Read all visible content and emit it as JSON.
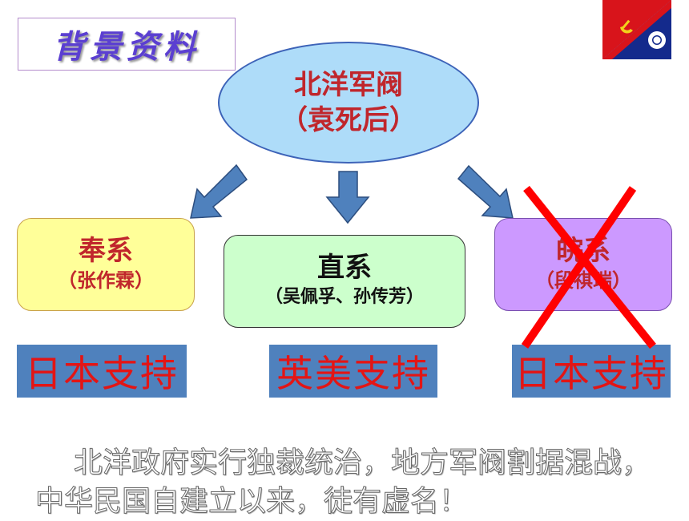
{
  "title": "背景资料",
  "top_node": {
    "line1": "北洋军阀",
    "line2": "（袁死后）"
  },
  "factions": [
    {
      "name": "奉系",
      "leader": "（张作霖）"
    },
    {
      "name": "直系",
      "leader": "（吴佩孚、孙传芳）"
    },
    {
      "name": "皖系",
      "leader": "（段祺瑞）"
    }
  ],
  "support": [
    "日本支持",
    "英美支持",
    "日本支持"
  ],
  "summary": {
    "line1": "北洋政府实行独裁统治，地方军阀割据混战，",
    "line2": "中华民国自建立以来，徒有虚名！"
  },
  "colors": {
    "ellipse_fill": "#aedcf9",
    "feng_fill": "#ffff99",
    "zhi_fill": "#ccffcc",
    "wan_fill": "#cc99ff",
    "support_fill": "#4f81bd",
    "support_text": "#e31515",
    "cross": "#ff0000",
    "arrow": "#4f81bd"
  },
  "icons": [
    "party-flag-icon",
    "down-arrow-icon",
    "cross-out-icon"
  ]
}
